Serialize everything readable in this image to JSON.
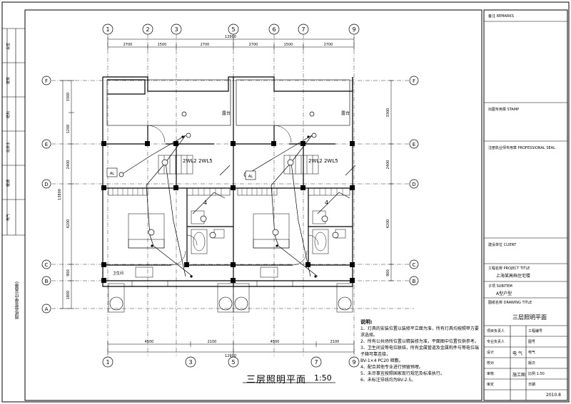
{
  "grid": {
    "columns": [
      "1",
      "2",
      "3",
      "5",
      "6",
      "7",
      "9"
    ],
    "rows": [
      "F",
      "E",
      "D",
      "C",
      "B",
      "A"
    ]
  },
  "dimensions": {
    "top_segments": [
      "2700",
      "1500",
      "2700",
      "2700",
      "1500",
      "2700"
    ],
    "top_total": "12900",
    "bottom_segments": [
      "4500",
      "2100",
      "4500",
      "2100"
    ],
    "bottom_total": "12900",
    "left_vertical": [
      "3300",
      "1200",
      "2400",
      "4200",
      "900",
      "1800"
    ],
    "right_vertical": [
      "3300",
      "2400",
      "4200",
      "900"
    ],
    "left_total": "13800"
  },
  "rooms": {
    "balcony_top_left": "露台",
    "balcony_top_right": "露台",
    "bath_left": "4",
    "bath_right": "4",
    "circuit_left": "2WL2 2WL5",
    "circuit_right": "2WL2 2WL5",
    "board_left": "AL",
    "board_right": "AL",
    "kitchen_left": "卫生间"
  },
  "plan": {
    "title": "三层照明平面",
    "scale": "1:50"
  },
  "notes": {
    "heading": "说明:",
    "items": [
      "1、灯具的安装位置以装修平立面为准，所有灯具均按照甲方要求选择。",
      "2、所有公共场所位置以精装修为准，平面图中位置仅供参考。",
      "3、卫生间设等电位联结，所有金属管道及金属构件与等电位端子箱可靠连接，",
      "   BV-1×4 PC20 暗敷。",
      "4、配合其他专业进行预留预埋。",
      "5、未尽事宜按照国家现行规范及标准执行。",
      "6、未标注导线均为BV-2.5。"
    ]
  },
  "title_block": {
    "top_label": "备注 REMARKS",
    "stamp_label": "出图专用章 STAMP",
    "reg_label": "注册执业师专用章 PROFESSIONAL SEAL",
    "cert_label": "建设单位 CLIENT",
    "project_label": "工程名称 PROJECT TITLE",
    "project_name": "上海某高档住宅楼",
    "sub_label": "子项 SUBITEM",
    "sub_name": "A型户型",
    "drawing_label": "图纸名称 DRAWING TITLE",
    "drawing_name": "三层照明平面",
    "rows": [
      [
        "项目负责人",
        "工程编号"
      ],
      [
        "专业负责人",
        "图号"
      ],
      [
        "设计",
        "电气"
      ],
      [
        "校对",
        "版次"
      ],
      [
        "审核",
        "比例 1:50"
      ],
      [
        "审定",
        "日期"
      ]
    ],
    "discipline": "电 气",
    "sheet_no": "施工图",
    "date": "2010.8"
  },
  "left_strip": {
    "labels": [
      "会签",
      "建筑",
      "结构",
      "给排水",
      "暖通",
      "电气"
    ],
    "footer": "图纸会签单位(盖章)"
  }
}
